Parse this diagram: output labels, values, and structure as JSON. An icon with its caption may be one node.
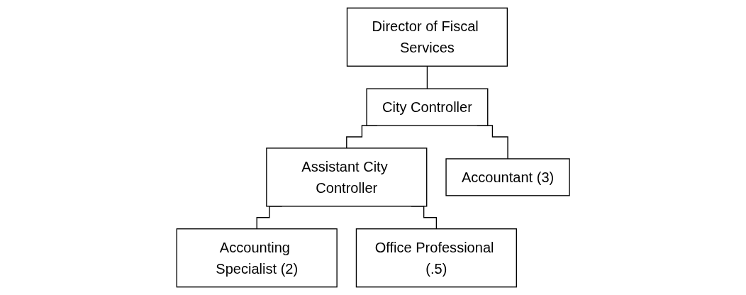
{
  "diagram": {
    "nodes": [
      {
        "text": [
          "Director of Fiscal Services"
        ]
      },
      {
        "text": [
          "City Controller"
        ]
      },
      {
        "text": [
          "Assistant City Controller"
        ]
      },
      {
        "text": [
          "Accountant (3)"
        ]
      },
      {
        "text": [
          "Accounting Specialist (2)"
        ]
      },
      {
        "text": [
          "Office Professional (.5)"
        ]
      }
    ],
    "edges": [
      {
        "from": 0,
        "to": 1,
        "arrow": "none"
      },
      {
        "from": 1,
        "to": 2,
        "arrow": "none"
      },
      {
        "from": 1,
        "to": 3,
        "arrow": "none"
      },
      {
        "from": 2,
        "to": 4,
        "arrow": "none"
      },
      {
        "from": 2,
        "to": 5,
        "arrow": "none"
      }
    ]
  }
}
